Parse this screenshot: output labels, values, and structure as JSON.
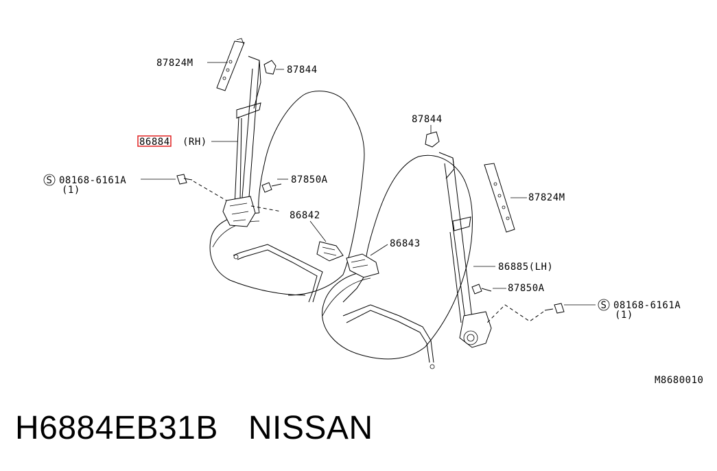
{
  "diagram": {
    "labels": {
      "anchor_rh": "87824M",
      "clip_rh": "87844",
      "belt_rh_prefix": "86884",
      "belt_rh_suffix": "(RH)",
      "bolt_rh_code": "08168-6161A",
      "bolt_rh_qty": "(1)",
      "screw_rh": "87850A",
      "buckle_rh": "86842",
      "clip_lh": "87844",
      "anchor_lh": "87824M",
      "buckle_lh": "86843",
      "belt_lh": "86885(LH)",
      "screw_lh": "87850A",
      "bolt_lh_code": "08168-6161A",
      "bolt_lh_qty": "(1)",
      "figure_code": "M8680010"
    },
    "bolt_symbol": "S",
    "highlight_color": "#e02020"
  },
  "footer": {
    "part_number": "H6884EB31B",
    "brand": "NISSAN"
  }
}
